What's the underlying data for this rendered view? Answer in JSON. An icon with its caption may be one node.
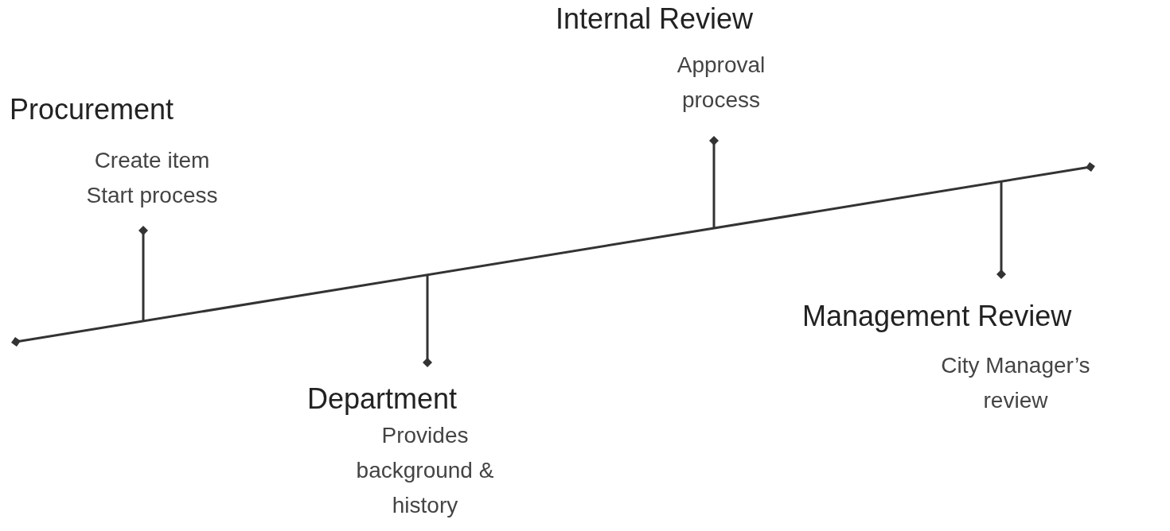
{
  "diagram": {
    "nodes": [
      {
        "text": [
          "Procurement",
          "Create item Start process"
        ]
      },
      {
        "text": [
          "Department",
          "Provides background & history"
        ]
      },
      {
        "text": [
          "Internal Review",
          "Approval process"
        ]
      },
      {
        "text": [
          "Management Review",
          "City Manager’s review"
        ]
      },
      {
        "text": [],
        "shape": "bar"
      }
    ],
    "edges": [
      {
        "from": 4,
        "to": 0,
        "arrow": "other"
      },
      {
        "from": 4,
        "to": 1,
        "arrow": "other"
      },
      {
        "from": 4,
        "to": 2,
        "arrow": "other"
      },
      {
        "from": 4,
        "to": 3,
        "arrow": "other"
      }
    ]
  }
}
